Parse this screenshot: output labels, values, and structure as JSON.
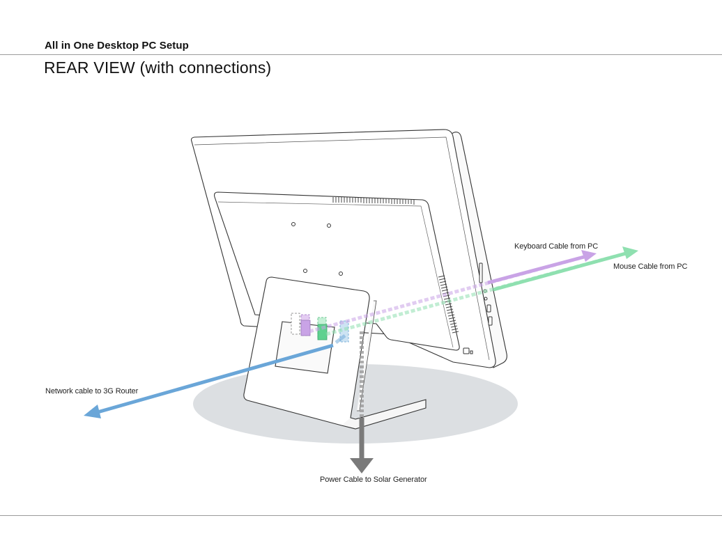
{
  "header": {
    "title": "All in One Desktop PC Setup",
    "view_title": "REAR VIEW (with connections)"
  },
  "labels": {
    "keyboard": "Keyboard Cable from PC",
    "mouse": "Mouse Cable from PC",
    "network": "Network cable to 3G Router",
    "power": "Power Cable to Solar Generator"
  },
  "colors": {
    "keyboard": "#c9a3e6",
    "mouse": "#8fe0b0",
    "network": "#6aa6d8",
    "power": "#7a7a7a",
    "shadow": "#dcdfe2",
    "outline": "#333333"
  }
}
